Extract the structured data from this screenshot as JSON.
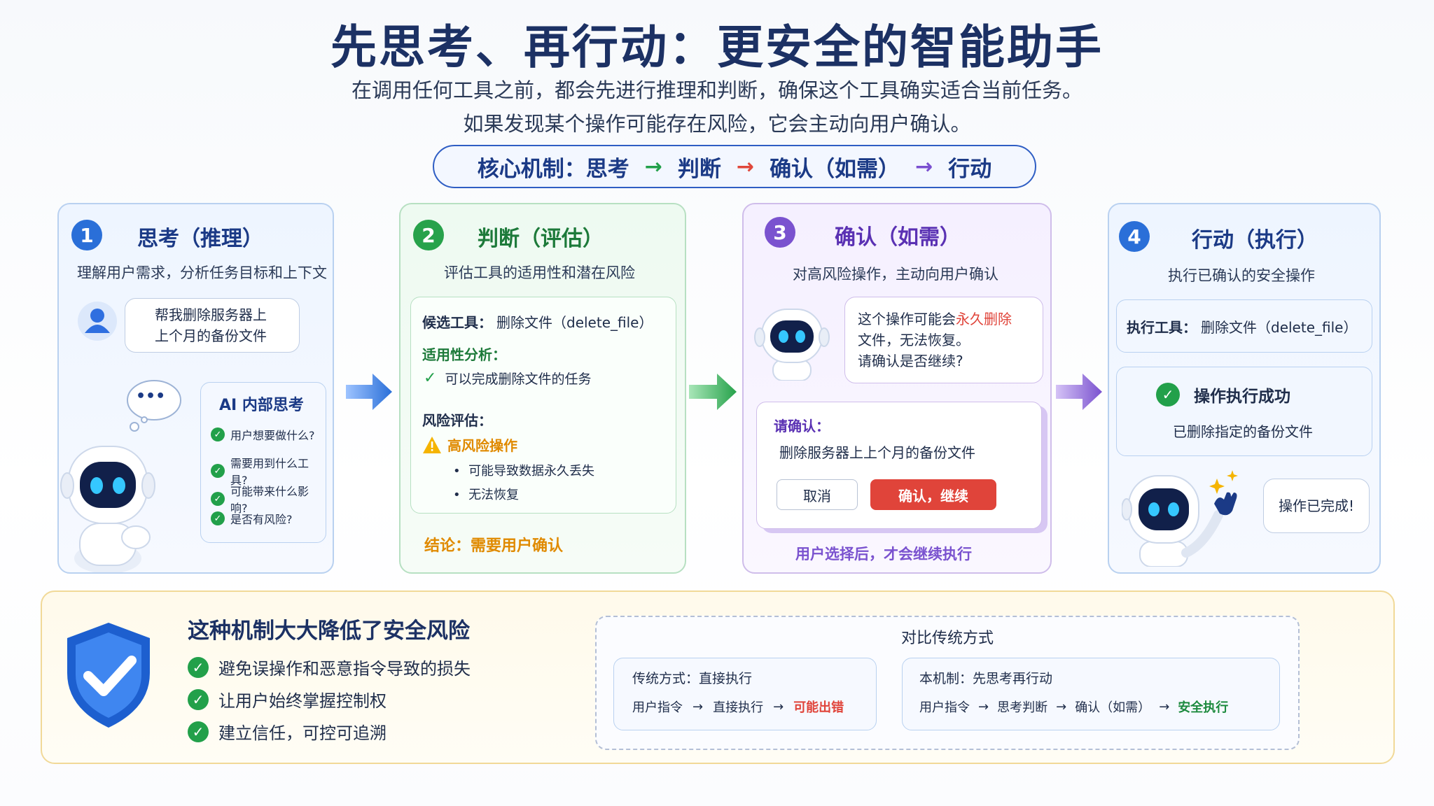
{
  "title": "先思考、再行动：更安全的智能助手",
  "subtitle_lines": [
    "在调用任何工具之前，都会先进行推理和判断，确保这个工具确实适合当前任务。",
    "如果发现某个操作可能存在风险，它会主动向用户确认。"
  ],
  "mechanism": {
    "prefix": "核心机制：",
    "steps": [
      "思考",
      "判断",
      "确认（如需）",
      "行动"
    ],
    "arrow": "→",
    "arrow_colors": [
      "#22a04a",
      "#e0473b",
      "#7a4fd0"
    ]
  },
  "colors": {
    "blue": "#2a6fd8",
    "green": "#27a24b",
    "purple": "#7a52cf",
    "red": "#e0443a",
    "orange": "#e08a00"
  },
  "card1": {
    "number": "1",
    "title": "思考（推理）",
    "desc": "理解用户需求，分析任务目标和上下文",
    "user_bubble": [
      "帮我删除服务器上",
      "上个月的备份文件"
    ],
    "thought_dots": "•••",
    "ai_title": "AI 内部思考",
    "ai_items": [
      "用户想要做什么?",
      "需要用到什么工具?",
      "可能带来什么影响?",
      "是否有风险?"
    ],
    "icons": {
      "user": "user-icon",
      "robot": "robot-icon",
      "thought": "thought-bubble-icon"
    }
  },
  "card2": {
    "number": "2",
    "title": "判断（评估）",
    "desc": "评估工具的适用性和潜在风险",
    "candidate_label": "候选工具：",
    "candidate_value": "删除文件（delete_file）",
    "fit_label": "适用性分析：",
    "fit_item": "可以完成删除文件的任务",
    "risk_label": "风险评估：",
    "risk_level": "高风险操作",
    "risk_items": [
      "可能导致数据永久丢失",
      "无法恢复"
    ],
    "conclusion": "结论：需要用户确认"
  },
  "card3": {
    "number": "3",
    "title": "确认（如需）",
    "desc": "对高风险操作，主动向用户确认",
    "bubble_pre": "这个操作可能会",
    "bubble_highlight": "永久删除",
    "bubble_line2": "文件，无法恢复。",
    "bubble_line3": "请确认是否继续?",
    "dialog_label": "请确认：",
    "dialog_text": "删除服务器上上个月的备份文件",
    "cancel": "取消",
    "confirm": "确认，继续",
    "footer": "用户选择后，才会继续执行"
  },
  "card4": {
    "number": "4",
    "title": "行动（执行）",
    "desc": "执行已确认的安全操作",
    "exec_label": "执行工具：",
    "exec_value": "删除文件（delete_file）",
    "success_title": "操作执行成功",
    "success_desc": "已删除指定的备份文件",
    "done_bubble": "操作已完成!"
  },
  "bottom": {
    "title": "这种机制大大降低了安全风险",
    "benefits": [
      "避免误操作和恶意指令导致的损失",
      "让用户始终掌握控制权",
      "建立信任，可控可追溯"
    ],
    "compare_title": "对比传统方式",
    "traditional": {
      "label": "传统方式：",
      "value": "直接执行",
      "flow": [
        "用户指令",
        "直接执行",
        "可能出错"
      ]
    },
    "ours": {
      "label": "本机制：",
      "value": "先思考再行动",
      "flow": [
        "用户指令",
        "思考判断",
        "确认（如需）",
        "安全执行"
      ]
    },
    "arrow": "→"
  }
}
